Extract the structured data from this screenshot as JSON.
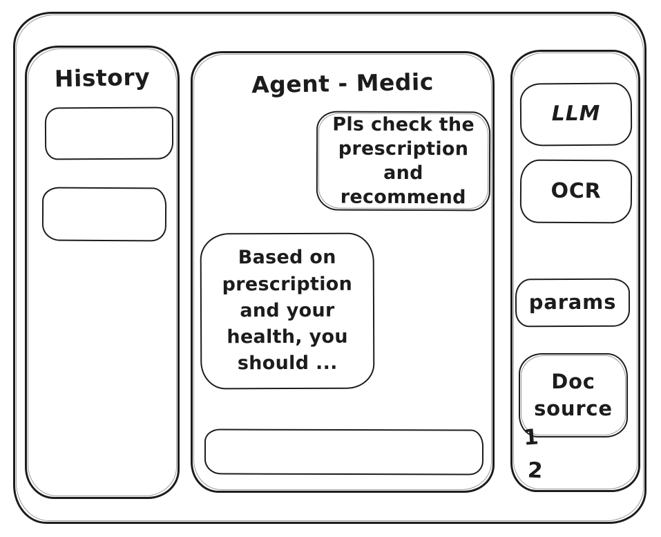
{
  "theme": {
    "ink": "#1c1c1c",
    "background": "#ffffff"
  },
  "history_panel": {
    "title": "History",
    "items": [
      {
        "label": ""
      },
      {
        "label": ""
      }
    ]
  },
  "chat_panel": {
    "title": "Agent - Medic",
    "messages": [
      {
        "role": "user",
        "text": "Pls check the prescription and recommend"
      },
      {
        "role": "assistant",
        "text": "Based on prescription and your health, you should ..."
      }
    ],
    "input": {
      "value": "",
      "placeholder": ""
    }
  },
  "tools_panel": {
    "buttons": [
      {
        "id": "llm",
        "label": "LLM"
      },
      {
        "id": "ocr",
        "label": "OCR"
      },
      {
        "id": "params",
        "label": "params"
      },
      {
        "id": "doc-source",
        "label": "Doc source"
      }
    ],
    "doc_source_items": [
      "1",
      "2"
    ]
  }
}
